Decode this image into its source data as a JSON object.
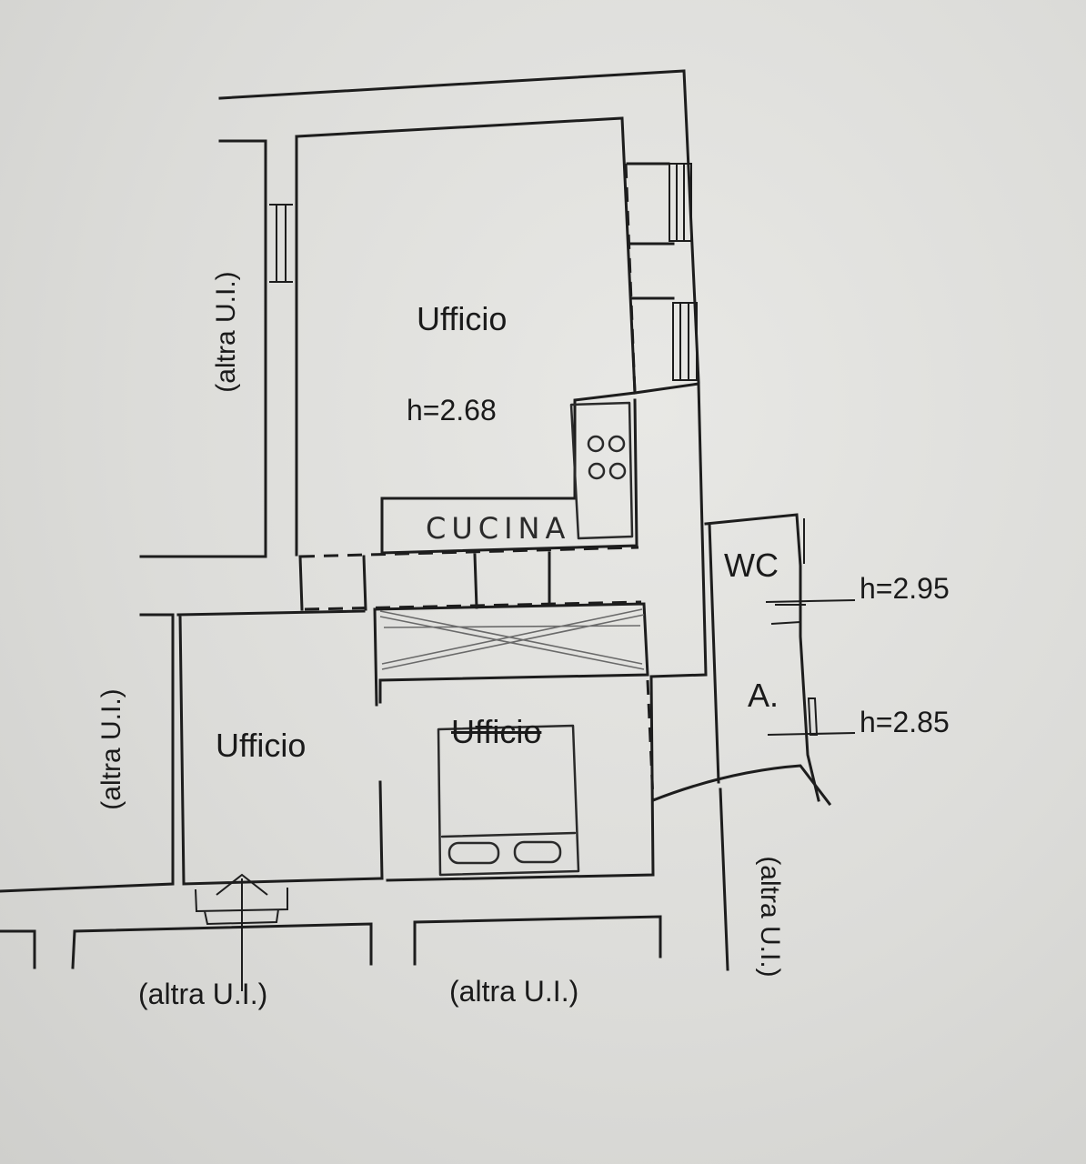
{
  "rooms": {
    "office_top": "Ufficio",
    "office_top_height": "h=2.68",
    "kitchen": "CUCINA",
    "office_left": "Ufficio",
    "office_center": "Ufficio",
    "wc": "WC",
    "antibagno": "A.",
    "wc_height": "h=2.95",
    "antibagno_height": "h=2.85"
  },
  "neighbors": {
    "left_top": "(altra U.I.)",
    "left_bottom": "(altra U.I.)",
    "right": "(altra U.I.)",
    "bottom_left": "(altra U.I.)",
    "bottom_center": "(altra U.I.)"
  }
}
